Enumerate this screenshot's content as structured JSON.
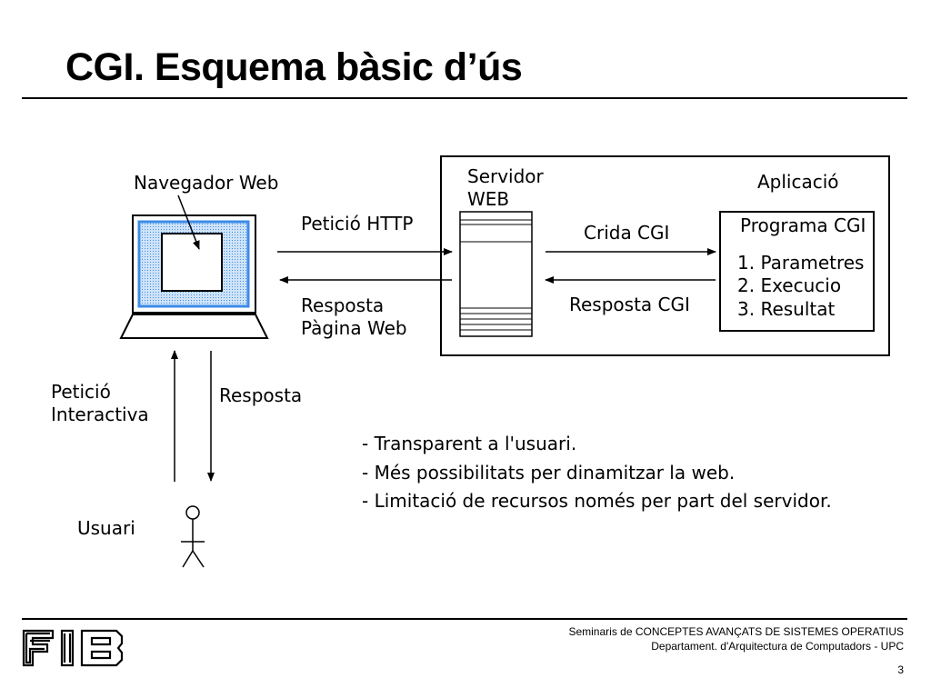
{
  "slide": {
    "title": "CGI. Esquema bàsic d’ús"
  },
  "diagram": {
    "browser_label": "Navegador Web",
    "server_label_1": "Servidor",
    "server_label_2": "WEB",
    "app_label": "Aplicació",
    "program_title": "Programa CGI",
    "program_steps": [
      "1. Parametres",
      "2. Execucio",
      "3. Resultat"
    ],
    "arrow_http_request": "Petició HTTP",
    "arrow_response_1": "Resposta",
    "arrow_response_2": "Pàgina Web",
    "arrow_cgi_call": "Crida CGI",
    "arrow_cgi_response": "Resposta CGI",
    "arrow_interactive_1": "Petició",
    "arrow_interactive_2": "Interactiva",
    "arrow_user_response": "Resposta",
    "user_label": "Usuari"
  },
  "notes": [
    "- Transparent a l'usuari.",
    "- Més possibilitats per dinamitzar la web.",
    "- Limitació de recursos només per part del servidor."
  ],
  "footer": {
    "line1": "Seminaris de CONCEPTES AVANÇATS DE SISTEMES OPERATIUS",
    "line2": "Departament.  d'Arquitectura de Computadors - UPC",
    "page_number": "3",
    "logo_text": "FIB"
  },
  "colors": {
    "screen_blue": "#3d8ce8",
    "screen_light": "#cfe3f8"
  }
}
